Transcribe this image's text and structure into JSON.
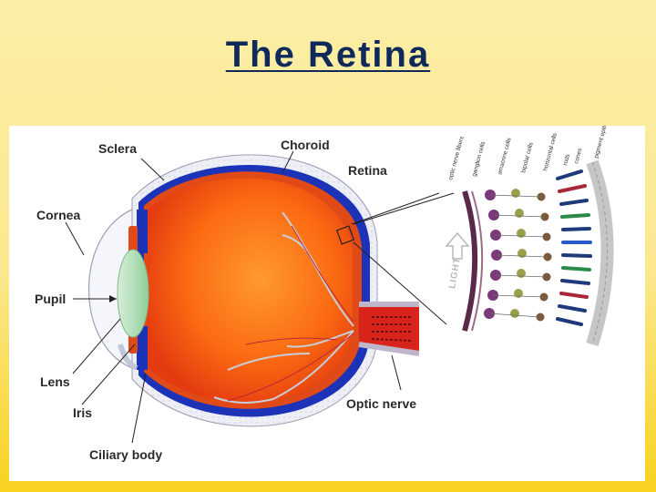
{
  "title": "The Retina",
  "labels": {
    "sclera": "Sclera",
    "choroid": "Choroid",
    "retina": "Retina",
    "cornea": "Cornea",
    "pupil": "Pupil",
    "lens": "Lens",
    "iris": "Iris",
    "ciliary_body": "Ciliary body",
    "optic_nerve": "Optic nerve",
    "light": "LIGHT"
  },
  "layer_labels": [
    "optic nerve fibers",
    "ganglion cells",
    "amacrine cells",
    "bipolar cells",
    "horizontal cells",
    "rods",
    "cones",
    "pigment epithelium"
  ],
  "colors": {
    "background_top": "#fbeea6",
    "background_bottom": "#f8d21e",
    "title": "#0f2a5a",
    "sclera": "#eeeef6",
    "choroid": "#1c33b8",
    "retina": "#e04a16",
    "vitreous": "#f86010",
    "lens": "#a8d8b0",
    "optic_nerve": "#d8241a"
  }
}
